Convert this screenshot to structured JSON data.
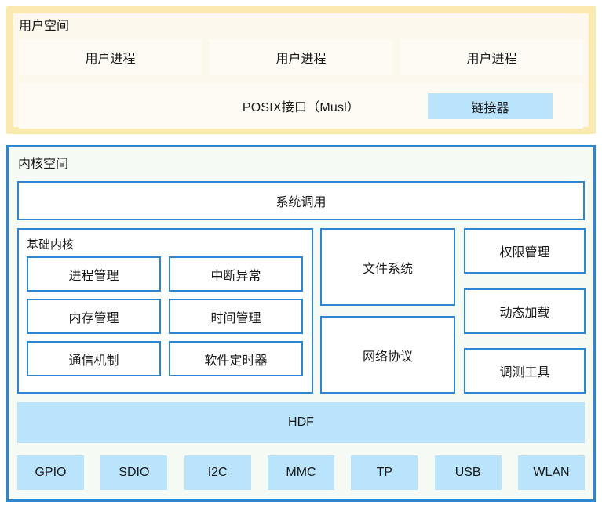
{
  "diagram": {
    "user_space": {
      "title": "用户空间",
      "processes": [
        {
          "label": "用户进程"
        },
        {
          "label": "用户进程"
        },
        {
          "label": "用户进程"
        }
      ],
      "posix_label": "POSIX接口（Musl）",
      "linker_label": "链接器"
    },
    "kernel_space": {
      "title": "内核空间",
      "syscall_label": "系统调用",
      "base_kernel": {
        "title": "基础内核",
        "modules": [
          {
            "label": "进程管理"
          },
          {
            "label": "中断异常"
          },
          {
            "label": "内存管理"
          },
          {
            "label": "时间管理"
          },
          {
            "label": "通信机制"
          },
          {
            "label": "软件定时器"
          }
        ]
      },
      "mid_modules": [
        {
          "label": "文件系统"
        },
        {
          "label": "网络协议"
        }
      ],
      "right_modules": [
        {
          "label": "权限管理"
        },
        {
          "label": "动态加载"
        },
        {
          "label": "调测工具"
        }
      ],
      "hdf_label": "HDF",
      "drivers": [
        {
          "label": "GPIO"
        },
        {
          "label": "SDIO"
        },
        {
          "label": "I2C"
        },
        {
          "label": "MMC"
        },
        {
          "label": "TP"
        },
        {
          "label": "USB"
        },
        {
          "label": "WLAN"
        }
      ]
    },
    "colors": {
      "user_space_border": "#fbeab0",
      "user_space_bg": "#fdf8ee",
      "user_box_bg": "#fefbf4",
      "kernel_border": "#2e86d0",
      "kernel_bg": "#f5faf4",
      "accent_blue_fill": "#b9e4fc",
      "box_bg": "#ffffff",
      "text": "#1a1a1a"
    }
  }
}
